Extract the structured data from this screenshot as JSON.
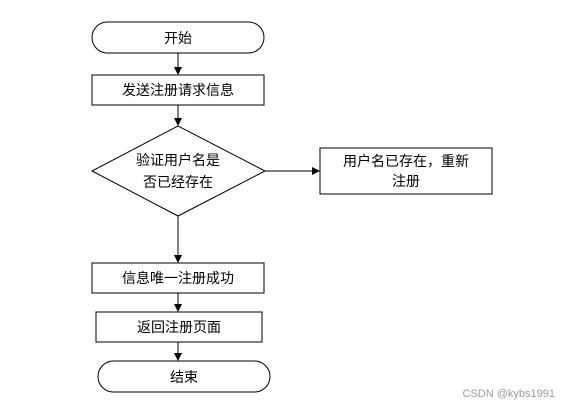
{
  "flowchart": {
    "start": "开始",
    "send_info": "发送注册请求信息",
    "verify_line1": "验证用户名是",
    "verify_line2": "否已经存在",
    "exists_line1": "用户名已存在，重新",
    "exists_line2": "注册",
    "success": "信息唯一注册成功",
    "return_page": "返回注册页面",
    "end": "结束"
  },
  "watermark": "CSDN @kybs1991",
  "colors": {
    "stroke": "#000000",
    "fill": "#ffffff",
    "watermark": "#9a9a9a"
  }
}
